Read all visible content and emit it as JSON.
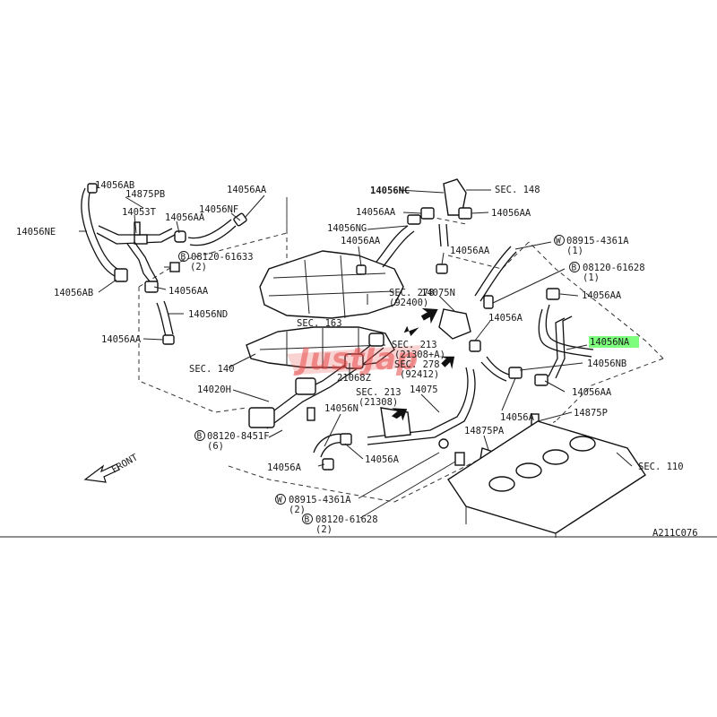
{
  "labels": {
    "l14056AB_top": "14056AB",
    "l14875PB": "14875PB",
    "l14053T": "14053T",
    "l14056AA_1": "14056AA",
    "l14056AA_2": "14056AA",
    "l14056NF": "14056NF",
    "l14056NE": "14056NE",
    "lB61633": "08120-61633",
    "lB61633q": "(2)",
    "l14056AB_bot": "14056AB",
    "l14056AA_3": "14056AA",
    "l14056ND": "14056ND",
    "l14056AA_4": "14056AA",
    "lSEC140": "SEC. 140",
    "lSEC163": "SEC. 163",
    "l14020H": "14020H",
    "l14056NC": "14056NC",
    "lSEC148": "SEC. 148",
    "l14056AA_5": "14056AA",
    "l14056AA_6": "14056AA",
    "l14056NG": "14056NG",
    "l14056AA_7": "14056AA",
    "l14056AA_8": "14056AA",
    "lW4361A_1": "08915-4361A",
    "lW4361A_1q": "(1)",
    "lB61628_1": "08120-61628",
    "lB61628_1q": "(1)",
    "l14056AA_9": "14056AA",
    "lSEC278a": "SEC. 278",
    "lSEC278a_sub": "(92400)",
    "l14075N": "14075N",
    "l14056A_1": "14056A",
    "l14056NA": "14056NA",
    "lSEC213a": "SEC. 213",
    "lSEC213a_sub": "(21308+A)",
    "lSEC278b": "SEC. 278",
    "lSEC278b_sub": "(92412)",
    "l14056NB": "14056NB",
    "l21068Z": "21068Z",
    "l14075": "14075",
    "l14056AA_10": "14056AA",
    "lSEC213b": "SEC. 213",
    "lSEC213b_sub": "(21308)",
    "l14056N": "14056N",
    "l14056A_2": "14056A",
    "l14875P": "14875P",
    "lB8451F": "08120-8451F",
    "lB8451Fq": "(6)",
    "l14875PA": "14875PA",
    "lFRONT": "FRONT",
    "l14056A_3": "14056A",
    "l14056A_4": "14056A",
    "lSEC110": "SEC. 110",
    "lW4361A_2": "08915-4361A",
    "lW4361A_2q": "(2)",
    "lB61628_2": "08120-61628",
    "lB61628_2q": "(2)",
    "lCode": "A211C076"
  },
  "markers": {
    "bolt": "B",
    "washer": "W"
  },
  "watermark": "JustJap",
  "colors": {
    "highlight": "#7dff7d",
    "watermark": "#e84a4a"
  }
}
